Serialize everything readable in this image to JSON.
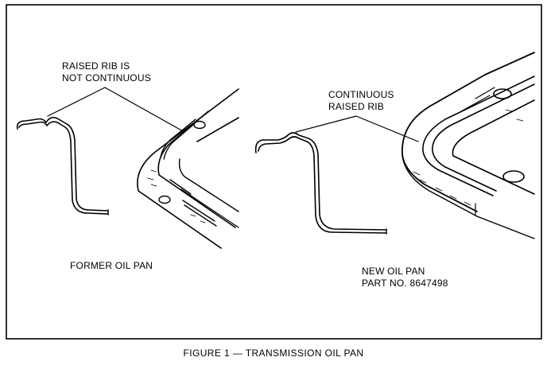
{
  "figure": {
    "caption": "FIGURE 1 — TRANSMISSION OIL PAN"
  },
  "former": {
    "callout_line1": "RAISED RIB IS",
    "callout_line2": "NOT CONTINUOUS",
    "name": "FORMER OIL PAN"
  },
  "new": {
    "callout_line1": "CONTINUOUS",
    "callout_line2": "RAISED RIB",
    "name_line1": "NEW OIL PAN",
    "name_line2": "PART NO. 8647498"
  }
}
